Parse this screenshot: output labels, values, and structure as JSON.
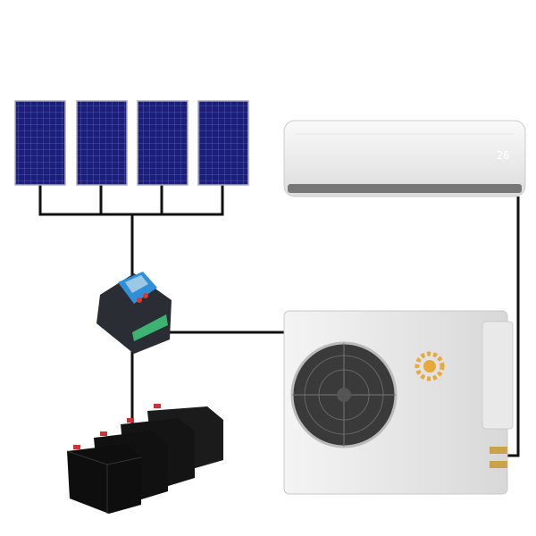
{
  "indoor_unit": {
    "display_temperature": "26"
  },
  "components": {
    "solar_panels": 4,
    "batteries": 4
  },
  "colors": {
    "panel": "#1c1f7a",
    "wire": "#111111",
    "controller_face": "#2f8fd8",
    "button": "#e0362a",
    "logo": "#e8a93a"
  }
}
